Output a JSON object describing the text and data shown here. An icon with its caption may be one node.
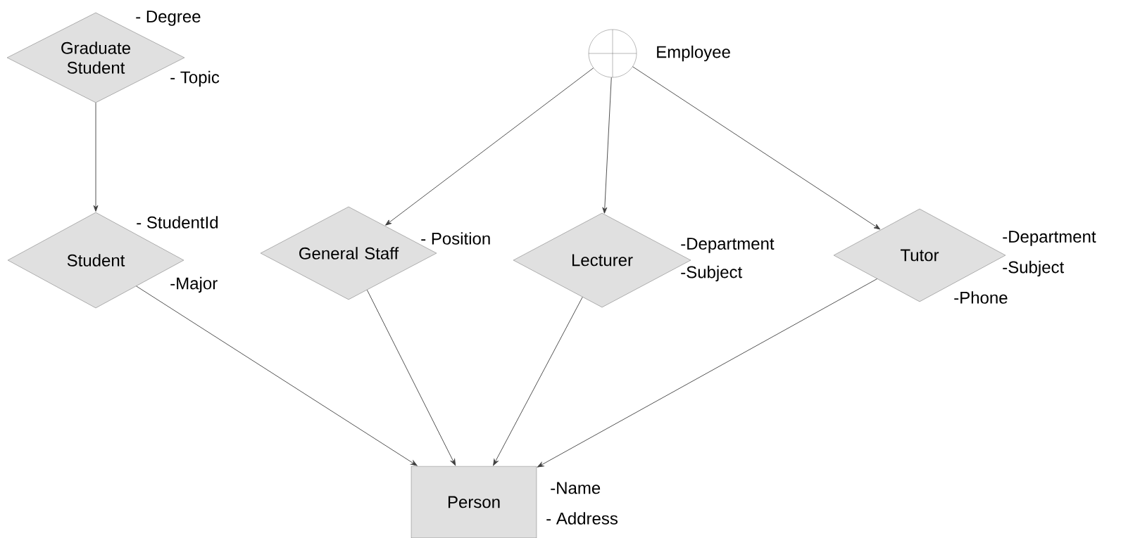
{
  "diagram": {
    "nodes": [
      {
        "text": [
          "Graduate Student"
        ],
        "beside": [
          "- Degree",
          "- Topic"
        ]
      },
      {
        "text": [],
        "shape": "circle",
        "beside": [
          "Employee"
        ]
      },
      {
        "text": [
          "Student"
        ],
        "beside": [
          "- StudentId",
          "-Major"
        ]
      },
      {
        "text": [
          "General Staff"
        ],
        "beside": [
          "- Position"
        ]
      },
      {
        "text": [
          "Lecturer"
        ],
        "beside": [
          "-Department",
          "-Subject"
        ]
      },
      {
        "text": [
          "Tutor"
        ],
        "beside": [
          "-Department",
          "-Subject",
          "-Phone"
        ]
      },
      {
        "text": [
          "Person"
        ],
        "beside": [
          "-Name",
          "- Address"
        ]
      }
    ],
    "edges": [
      {
        "from": 0,
        "to": 2,
        "arrow": "to"
      },
      {
        "from": 1,
        "to": 3,
        "arrow": "to"
      },
      {
        "from": 1,
        "to": 4,
        "arrow": "to"
      },
      {
        "from": 1,
        "to": 5,
        "arrow": "to"
      },
      {
        "from": 2,
        "to": 6,
        "arrow": "to"
      },
      {
        "from": 3,
        "to": 6,
        "arrow": "to"
      },
      {
        "from": 4,
        "to": 6,
        "arrow": "to"
      },
      {
        "from": 5,
        "to": 6,
        "arrow": "to"
      }
    ]
  }
}
